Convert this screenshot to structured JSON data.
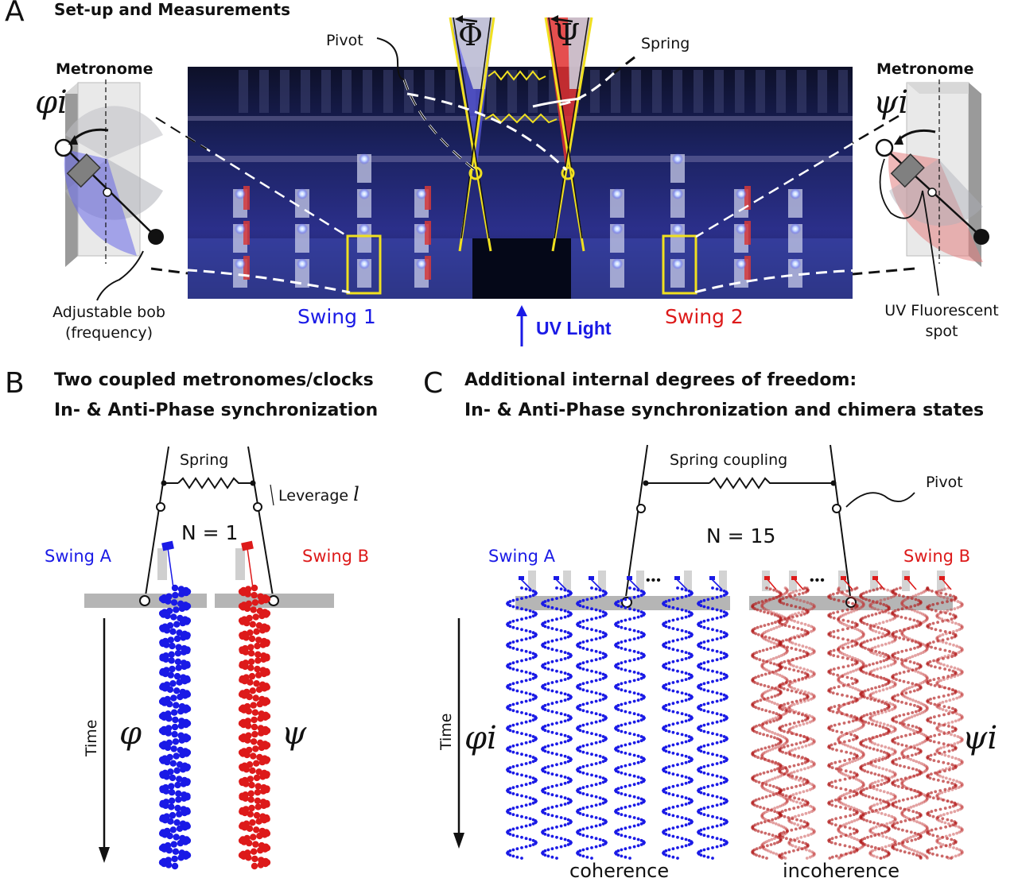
{
  "panels": {
    "a": {
      "letter": "A",
      "title": "Set-up and Measurements",
      "left_title": "Metronome",
      "right_title": "Metronome",
      "left_symbol": "φi",
      "right_symbol": "ψi",
      "photo_symbol_left": "Φ",
      "photo_symbol_right": "Ψ",
      "pivot": "Pivot",
      "spring": "Spring",
      "bob_line1": "Adjustable bob",
      "bob_line2": "(frequency)",
      "uv_spot_line1": "UV Fluorescent",
      "uv_spot_line2": "spot",
      "swing1": "Swing 1",
      "swing2": "Swing 2",
      "uv_light": "UV Light"
    },
    "b": {
      "letter": "B",
      "title_line1": "Two coupled metronomes/clocks",
      "title_line2": "In- & Anti-Phase synchronization",
      "spring": "Spring",
      "leverage": "Leverage",
      "leverage_symbol": "l",
      "n_label": "N = 1",
      "swing_a": "Swing A",
      "swing_b": "Swing B",
      "time": "Time",
      "phi": "φ",
      "psi": "ψ"
    },
    "c": {
      "letter": "C",
      "title_line1": "Additional internal degrees of freedom:",
      "title_line2": "In- & Anti-Phase synchronization and chimera states",
      "spring_coupling": "Spring coupling",
      "pivot": "Pivot",
      "n_label": "N = 15",
      "swing_a": "Swing A",
      "swing_b": "Swing B",
      "time": "Time",
      "phi": "φi",
      "psi": "ψi",
      "dots_left": "•••",
      "dots_right": "•••",
      "coherence": "coherence",
      "incoherence": "incoherence"
    }
  },
  "colors": {
    "blue": "#1a1ae6",
    "red": "#dd1a1a",
    "gray": "#b5b5b5",
    "photo_bg": "#141a3a",
    "yellow": "#f0e020"
  }
}
